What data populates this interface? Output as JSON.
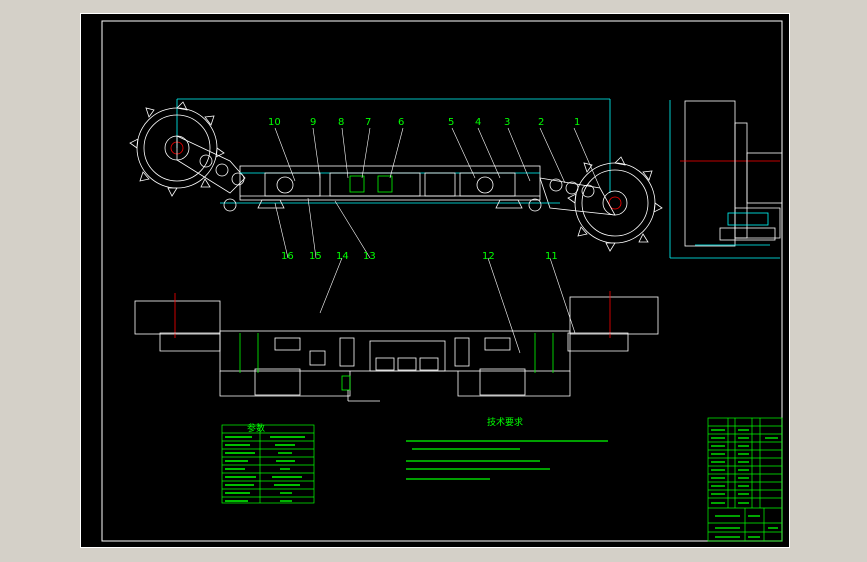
{
  "drawing": {
    "colors": {
      "background": "#000000",
      "outside": "#d4d0c8",
      "frame": "#ffffff",
      "geometry": "#ffffff",
      "dimensions": "#00ffff",
      "callouts": "#00ff00",
      "accent": "#ff0000",
      "centerline": "#ff0000"
    },
    "part_callouts": [
      "1",
      "2",
      "3",
      "4",
      "5",
      "6",
      "7",
      "8",
      "9",
      "10",
      "11",
      "12",
      "13",
      "14",
      "15",
      "16"
    ],
    "technical_requirements_heading": "技术要求",
    "spec_table_heading": "参数"
  }
}
